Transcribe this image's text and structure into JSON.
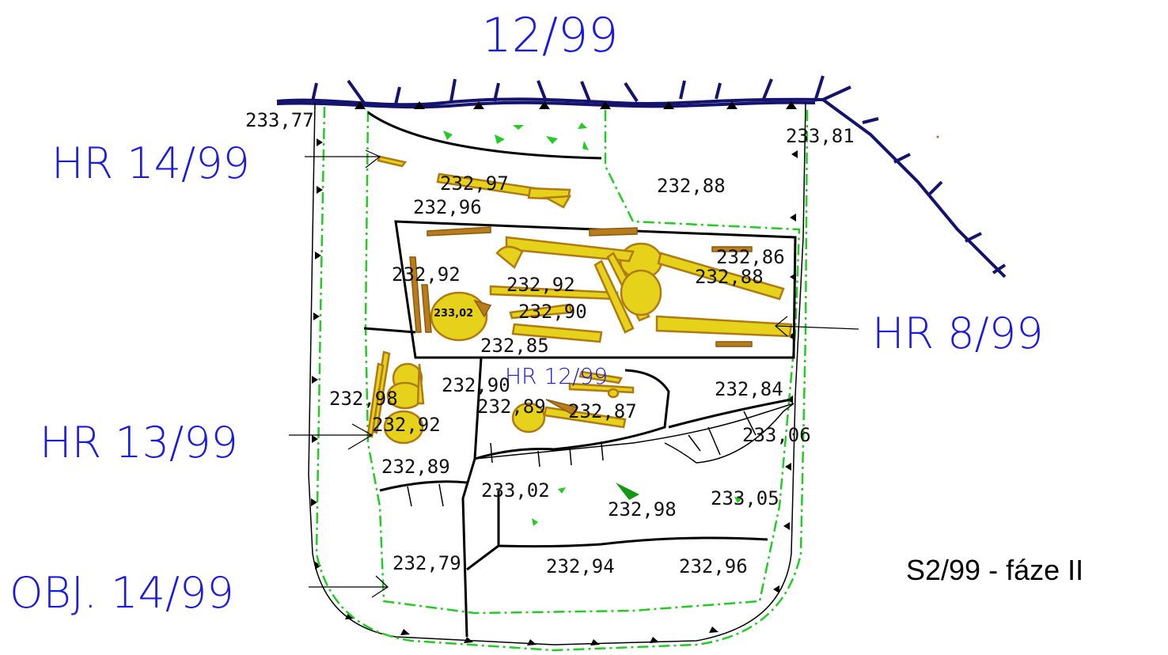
{
  "title": "12/99",
  "phase_label": "S2/99 - fáze II",
  "feature_labels": {
    "hr14": "HR 14/99",
    "hr13": "HR 13/99",
    "obj14": "OBJ. 14/99",
    "hr8": "HR 8/99",
    "hr12": "HR 12/99"
  },
  "elevations": [
    "233,77",
    "233,81",
    "232,97",
    "232,88",
    "232,96",
    "232,86",
    "232,88",
    "232,92",
    "232,92",
    "233,02",
    "232,90",
    "232,85",
    "232,90",
    "232,98",
    "232,84",
    "232,89",
    "232,87",
    "232,92",
    "233,06",
    "232,89",
    "233,02",
    "232,98",
    "233,05",
    "232,79",
    "232,94",
    "232,96"
  ],
  "colors": {
    "label_blue": "#1a1ae6",
    "trench_navy": "#14146e",
    "outline_green": "#22cc22",
    "bone_yellow": "#e6d21a",
    "bone_brown": "#b87c1a"
  }
}
